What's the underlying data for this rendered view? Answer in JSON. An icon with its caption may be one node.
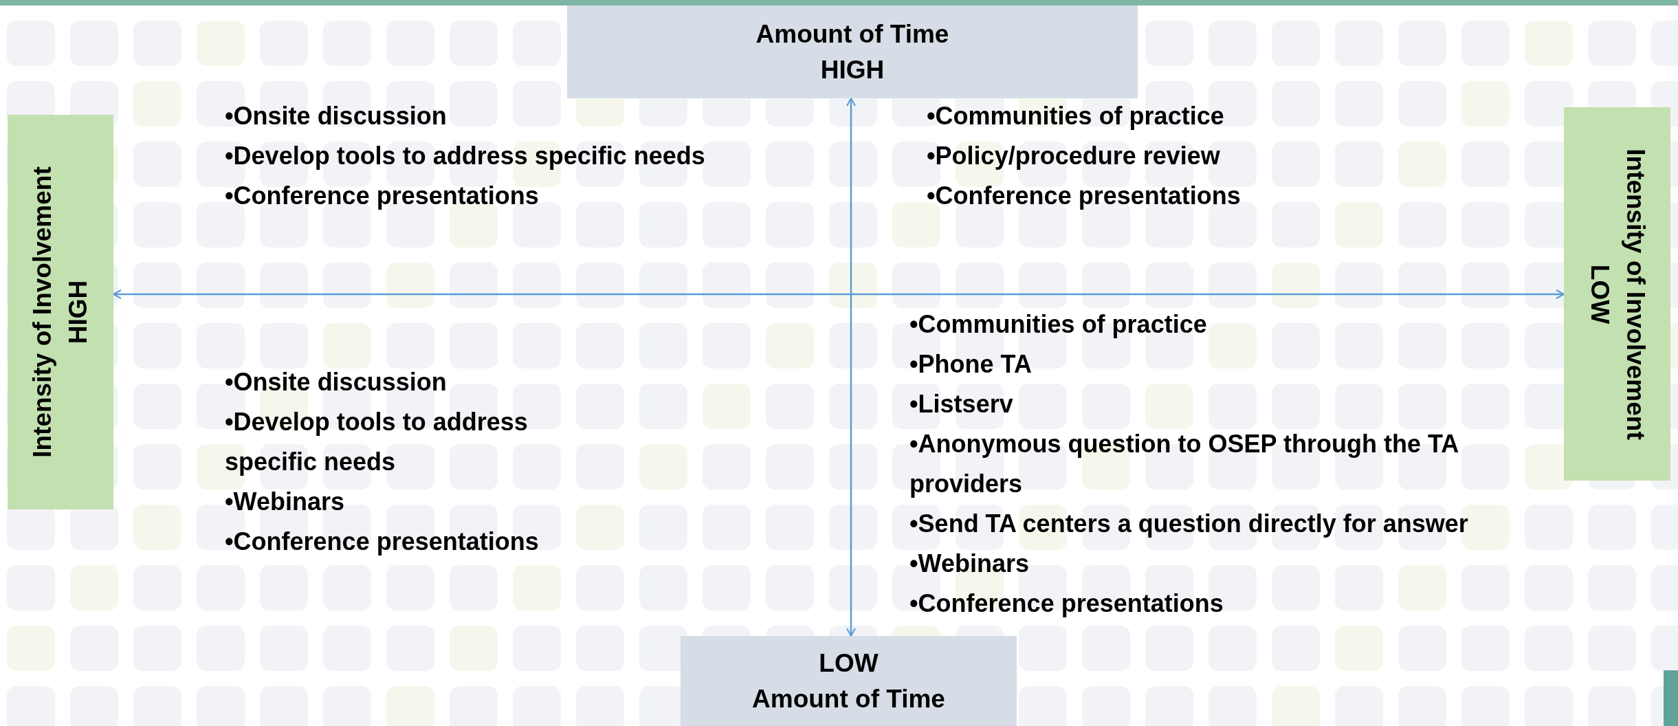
{
  "diagram": {
    "nodes": [
      {
        "text": [
          "Amount of Time",
          "HIGH"
        ]
      },
      {
        "text": [
          "Intensity of Involvement",
          "HIGH"
        ]
      },
      {
        "text": [
          "Intensity of Involvement",
          "LOW"
        ]
      },
      {
        "text": [
          "LOW",
          "Amount of Time"
        ]
      }
    ],
    "edges": [
      {
        "from": 0,
        "to": 3,
        "arrow": "both"
      },
      {
        "from": 1,
        "to": 2,
        "arrow": "both"
      }
    ],
    "labels": [
      "•Onsite discussion",
      "•Develop tools to address specific needs",
      "•Conference presentations",
      "•Communities of practice",
      "•Policy/procedure review",
      "•Conference presentations",
      "•Onsite discussion",
      "•Develop tools to address specific needs",
      "•Webinars",
      "•Conference presentations",
      "•Communities of practice",
      "•Phone TA",
      "•Listserv",
      "•Anonymous question to OSEP through the TA providers",
      "•Send TA centers a question directly for answer",
      "•Webinars",
      "•Conference presentations"
    ]
  }
}
